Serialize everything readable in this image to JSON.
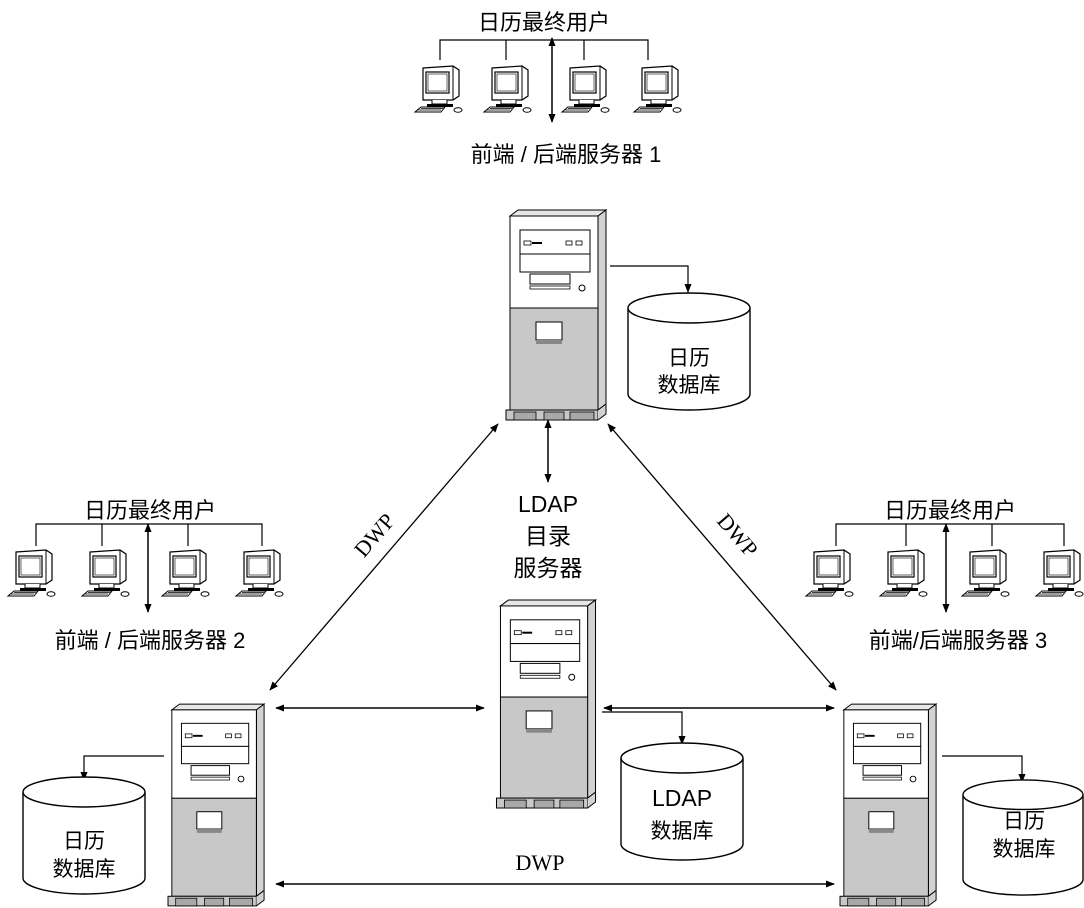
{
  "top_group": {
    "users_label": "日历最终用户",
    "server_label": "前端 / 后端服务器 1"
  },
  "left_group": {
    "users_label": "日历最终用户",
    "server_label": "前端 / 后端服务器 2"
  },
  "right_group": {
    "users_label": "日历最终用户",
    "server_label": "前端/后端服务器 3"
  },
  "databases": {
    "top": {
      "line1": "日历",
      "line2": "数据库"
    },
    "left": {
      "line1": "日历",
      "line2": "数据库"
    },
    "right": {
      "line1": "日历",
      "line2": "数据库"
    },
    "ldap": {
      "line1": "LDAP",
      "line2": "数据库"
    }
  },
  "ldap_server": {
    "line1": "LDAP",
    "line2": "目录",
    "line3": "服务器"
  },
  "links": {
    "left_label": "DWP",
    "right_label": "DWP",
    "bottom_label": "DWP"
  },
  "colors": {
    "line": "#000000",
    "tower_upper": "#ffffff",
    "tower_lower": "#c8c8c8",
    "tower_side": "#d2d2d2",
    "monitor_screen": "#ffffff"
  }
}
